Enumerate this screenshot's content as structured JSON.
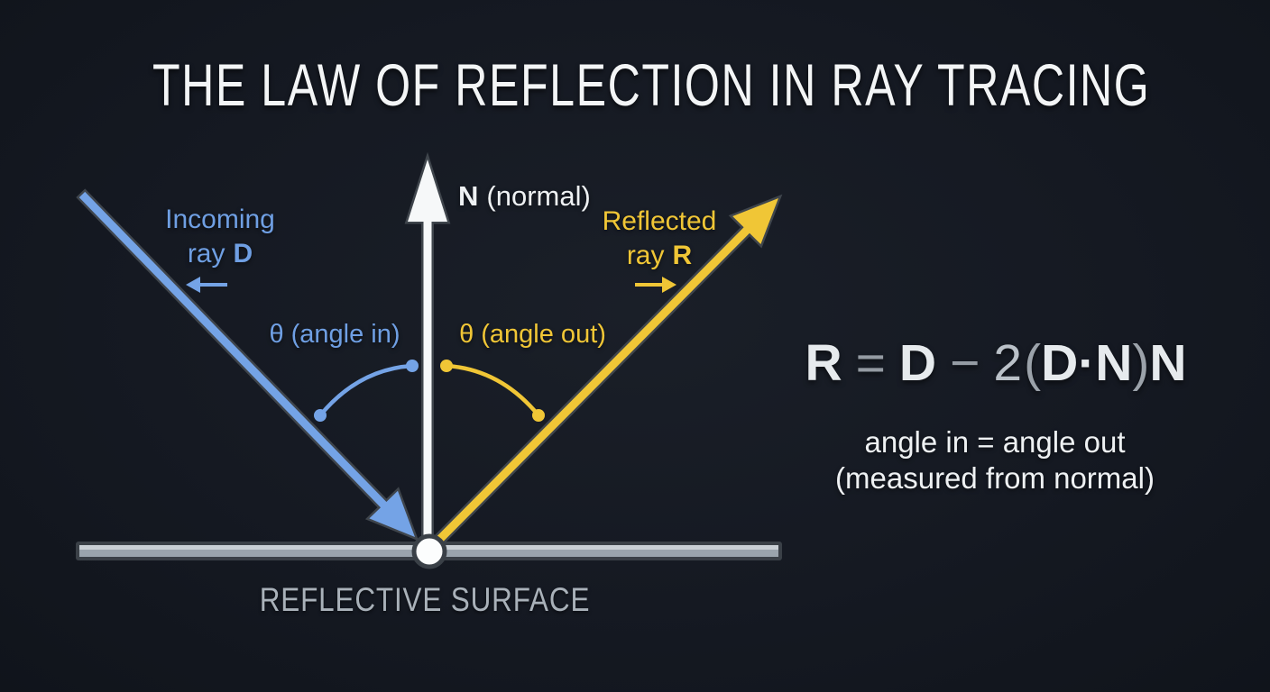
{
  "title": "THE LAW OF REFLECTION IN RAY TRACING",
  "diagram": {
    "normal": {
      "vector": "N",
      "label": "(normal)"
    },
    "incoming": {
      "line1": "Incoming",
      "ray_word": "ray",
      "vector": "D",
      "direction_icon": "left-arrow"
    },
    "reflected": {
      "line1": "Reflected",
      "ray_word": "ray",
      "vector": "R",
      "direction_icon": "right-arrow"
    },
    "angle_in": "θ (angle in)",
    "angle_out": "θ (angle out)",
    "surface_label": "REFLECTIVE SURFACE"
  },
  "formula": {
    "r": "R",
    "equals": "=",
    "d": "D",
    "minus": "−",
    "coefficient": "2",
    "open_paren": "(",
    "dot_product": "D·N",
    "close_paren": ")",
    "n": "N"
  },
  "note": {
    "line1": "angle in = angle out",
    "line2": "(measured from normal)"
  },
  "colors": {
    "background": "#151922",
    "incoming_blue": "#74a3e6",
    "label_blue": "#6f9fe3",
    "reflected_yellow": "#f0c636",
    "normal_white": "#f6f8f9",
    "outline_gray": "#3f454c",
    "surface_gray": "#9aa4ad",
    "surface_highlight": "#c9cfd5",
    "caption_gray": "#a9b1b9",
    "title_white": "#f3f5f6"
  }
}
